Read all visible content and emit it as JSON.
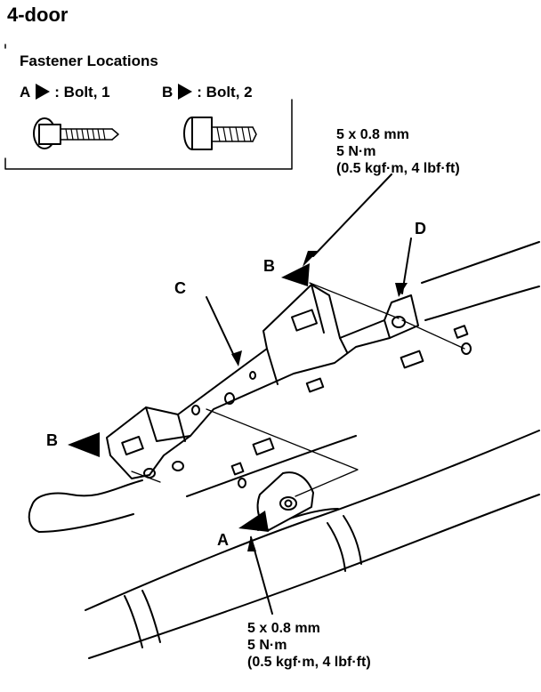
{
  "title": "4-door",
  "legend": {
    "heading": "Fastener Locations",
    "items": [
      {
        "letter": "A",
        "label": ": Bolt, 1"
      },
      {
        "letter": "B",
        "label": ": Bolt, 2"
      }
    ]
  },
  "specs": {
    "top": {
      "line1": "5 x 0.8 mm",
      "line2": "5 N·m",
      "line3": "(0.5 kgf·m, 4 lbf·ft)"
    },
    "bottom": {
      "line1": "5 x 0.8 mm",
      "line2": "5 N·m",
      "line3": "(0.5 kgf·m, 4 lbf·ft)"
    }
  },
  "callouts": {
    "b_right": "B",
    "d": "D",
    "c": "C",
    "b_left": "B",
    "a": "A"
  }
}
